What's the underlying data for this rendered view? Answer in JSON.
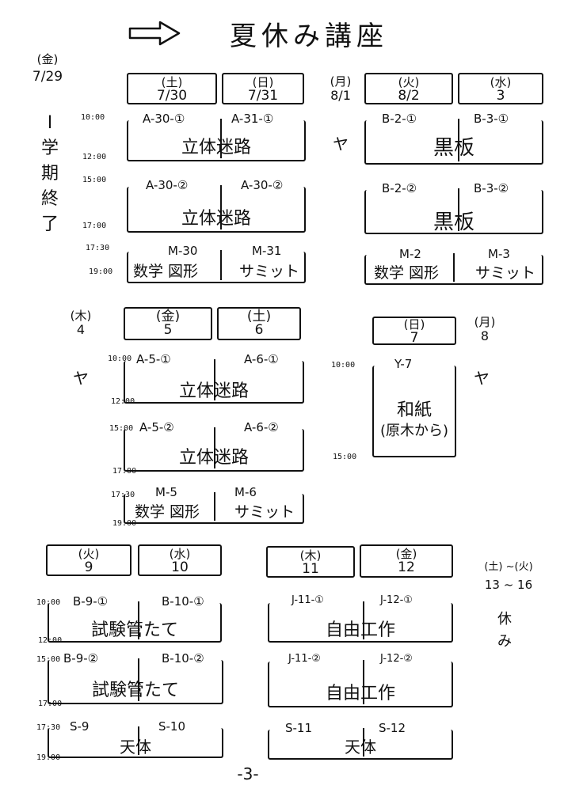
{
  "title": "夏休み講座",
  "arrow_icon": "right-arrow-icon",
  "page_number": "-3-",
  "week1": {
    "fri": {
      "dow": "(金)",
      "date": "7/29"
    },
    "term_end": [
      "Ⅰ",
      "学",
      "期",
      "終",
      "了"
    ],
    "days": [
      {
        "dow": "(土)",
        "date": "7/30"
      },
      {
        "dow": "(日)",
        "date": "7/31"
      },
      {
        "dow": "(月)",
        "date": "8/1"
      },
      {
        "dow": "(火)",
        "date": "8/2"
      },
      {
        "dow": "(水)",
        "date": "3"
      }
    ],
    "times": [
      "10:00",
      "12:00",
      "15:00",
      "17:00",
      "17:30",
      "19:00"
    ],
    "ya": "ヤ",
    "left": {
      "am": {
        "codes": [
          "A-30-①",
          "A-31-①"
        ],
        "subject": "立体迷路"
      },
      "pm": {
        "codes": [
          "A-30-②",
          "A-30-②"
        ],
        "subject": "立体迷路"
      },
      "eve": {
        "codes": [
          "M-30",
          "M-31"
        ],
        "subjects": [
          "数学 図形",
          "サミット"
        ]
      }
    },
    "right": {
      "am": {
        "codes": [
          "B-2-①",
          "B-3-①"
        ],
        "subject": "黒板"
      },
      "pm": {
        "codes": [
          "B-2-②",
          "B-3-②"
        ],
        "subject": "黒板"
      },
      "eve": {
        "codes": [
          "M-2",
          "M-3"
        ],
        "subjects": [
          "数学 図形",
          "サミット"
        ]
      }
    }
  },
  "week2": {
    "thu": {
      "dow": "(木)",
      "date": "4"
    },
    "days": [
      {
        "dow": "(金)",
        "date": "5"
      },
      {
        "dow": "(土)",
        "date": "6"
      },
      {
        "dow": "(日)",
        "date": "7"
      }
    ],
    "mon": {
      "dow": "(月)",
      "date": "8"
    },
    "ya1": "ヤ",
    "ya2": "ヤ",
    "times": [
      "10:00",
      "12:00",
      "15:00",
      "17:00",
      "17:30",
      "19:00"
    ],
    "left": {
      "am": {
        "codes": [
          "A-5-①",
          "A-6-①"
        ],
        "subject": "立体迷路"
      },
      "pm": {
        "codes": [
          "A-5-②",
          "A-6-②"
        ],
        "subject": "立体迷路"
      },
      "eve": {
        "codes": [
          "M-5",
          "M-6"
        ],
        "subjects": [
          "数学 図形",
          "サミット"
        ]
      }
    },
    "right": {
      "time_start": "10:00",
      "time_end": "15:00",
      "code": "Y-7",
      "subject_line1": "和紙",
      "subject_line2": "(原木から)"
    }
  },
  "week3": {
    "days": [
      {
        "dow": "(火)",
        "date": "9"
      },
      {
        "dow": "(水)",
        "date": "10"
      },
      {
        "dow": "(木)",
        "date": "11"
      },
      {
        "dow": "(金)",
        "date": "12"
      }
    ],
    "holiday_range_dow": "(土) ~(火)",
    "holiday_range_date": "13 ~ 16",
    "holiday_label": [
      "休",
      "み"
    ],
    "times": [
      "10:00",
      "12:00",
      "15:00",
      "17:00",
      "17:30",
      "19:00"
    ],
    "left": {
      "am": {
        "codes": [
          "B-9-①",
          "B-10-①"
        ],
        "subject": "試験管たて"
      },
      "pm": {
        "codes": [
          "B-9-②",
          "B-10-②"
        ],
        "subject": "試験管たて"
      },
      "eve": {
        "codes": [
          "S-9",
          "S-10"
        ],
        "subject": "天体"
      }
    },
    "right": {
      "am": {
        "codes": [
          "J-11-①",
          "J-12-①"
        ],
        "subject": "自由工作"
      },
      "pm": {
        "codes": [
          "J-11-②",
          "J-12-②"
        ],
        "subject": "自由工作"
      },
      "eve": {
        "codes": [
          "S-11",
          "S-12"
        ],
        "subject": "天体"
      }
    }
  }
}
